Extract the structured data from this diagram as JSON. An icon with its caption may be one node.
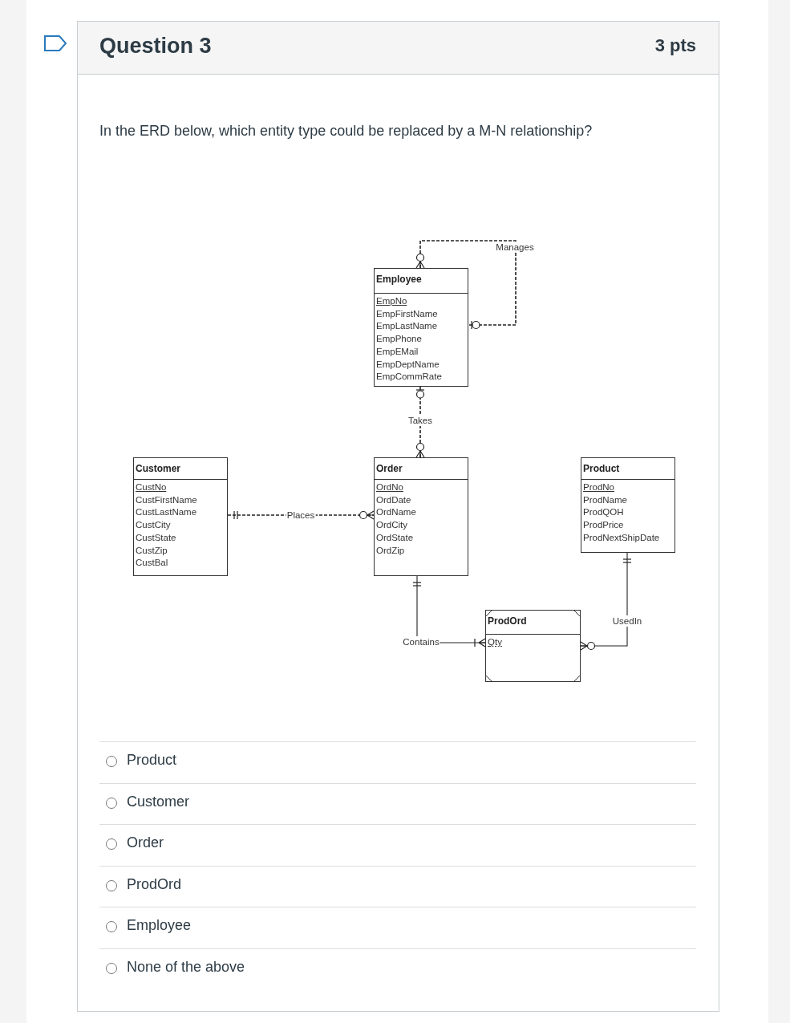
{
  "diagram": {
    "title": "Question 3",
    "nodes": [
      {
        "text": [
          "Employee",
          "EmpNo",
          "EmpFirstName",
          "EmpLastName",
          "EmpPhone",
          "EmpEMail",
          "EmpDeptName",
          "EmpCommRate"
        ]
      },
      {
        "text": [
          "Customer",
          "CustNo",
          "CustFirstName",
          "CustLastName",
          "CustCity",
          "CustState",
          "CustZip",
          "CustBal"
        ]
      },
      {
        "text": [
          "Order",
          "OrdNo",
          "OrdDate",
          "OrdName",
          "OrdCity",
          "OrdState",
          "OrdZip"
        ]
      },
      {
        "text": [
          "Product",
          "ProdNo",
          "ProdName",
          "ProdQOH",
          "ProdPrice",
          "ProdNextShipDate"
        ]
      },
      {
        "text": [
          "ProdOrd",
          "Qty"
        ]
      }
    ],
    "edges": [
      {
        "from": 0,
        "to": 0,
        "arrow": "other",
        "label": "Manages",
        "style": "dashed"
      },
      {
        "from": 0,
        "to": 2,
        "arrow": "other",
        "label": "Takes",
        "style": "dashed"
      },
      {
        "from": 1,
        "to": 2,
        "arrow": "other",
        "label": "Places",
        "style": "dashed"
      },
      {
        "from": 2,
        "to": 4,
        "arrow": "other",
        "label": "Contains"
      },
      {
        "from": 3,
        "to": 4,
        "arrow": "other",
        "label": "UsedIn"
      }
    ],
    "labels": [
      "3 pts",
      "In the ERD below, which entity type could be replaced by a M-N relationship?",
      "Product",
      "Customer",
      "Order",
      "ProdOrd",
      "Employee",
      "None of the above"
    ]
  }
}
